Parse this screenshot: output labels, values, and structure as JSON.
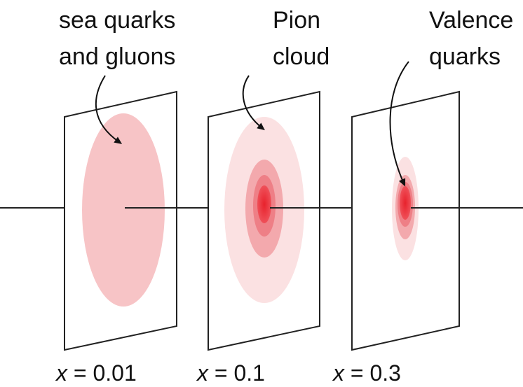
{
  "labels": {
    "left_line1": "sea quarks",
    "left_line2": "and gluons",
    "middle_line1": "Pion",
    "middle_line2": "cloud",
    "right_line1": "Valence",
    "right_line2": "quarks"
  },
  "panels": [
    {
      "x_var": "x",
      "x_rest": " = 0.01"
    },
    {
      "x_var": "x",
      "x_rest": " = 0.1"
    },
    {
      "x_var": "x",
      "x_rest": " = 0.3"
    }
  ],
  "colors": {
    "light_pink": "#f7c4c6",
    "pale_pink": "#fbe1e2",
    "mid_pink": "#f3a9ad",
    "deep_pink": "#ee7f86",
    "core_red": "#ec3b44",
    "line": "#222222"
  }
}
